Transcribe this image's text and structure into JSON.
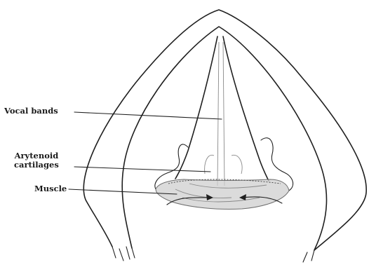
{
  "labels": {
    "vocal_bands": "Vocal bands",
    "arytenoid_line1": "Arytenoid",
    "arytenoid_line2": "cartilages",
    "muscle": "Muscle"
  },
  "colors": {
    "ink": "#1f1f1f",
    "muscle_fill": "#c9c9c9",
    "background": "#ffffff"
  }
}
